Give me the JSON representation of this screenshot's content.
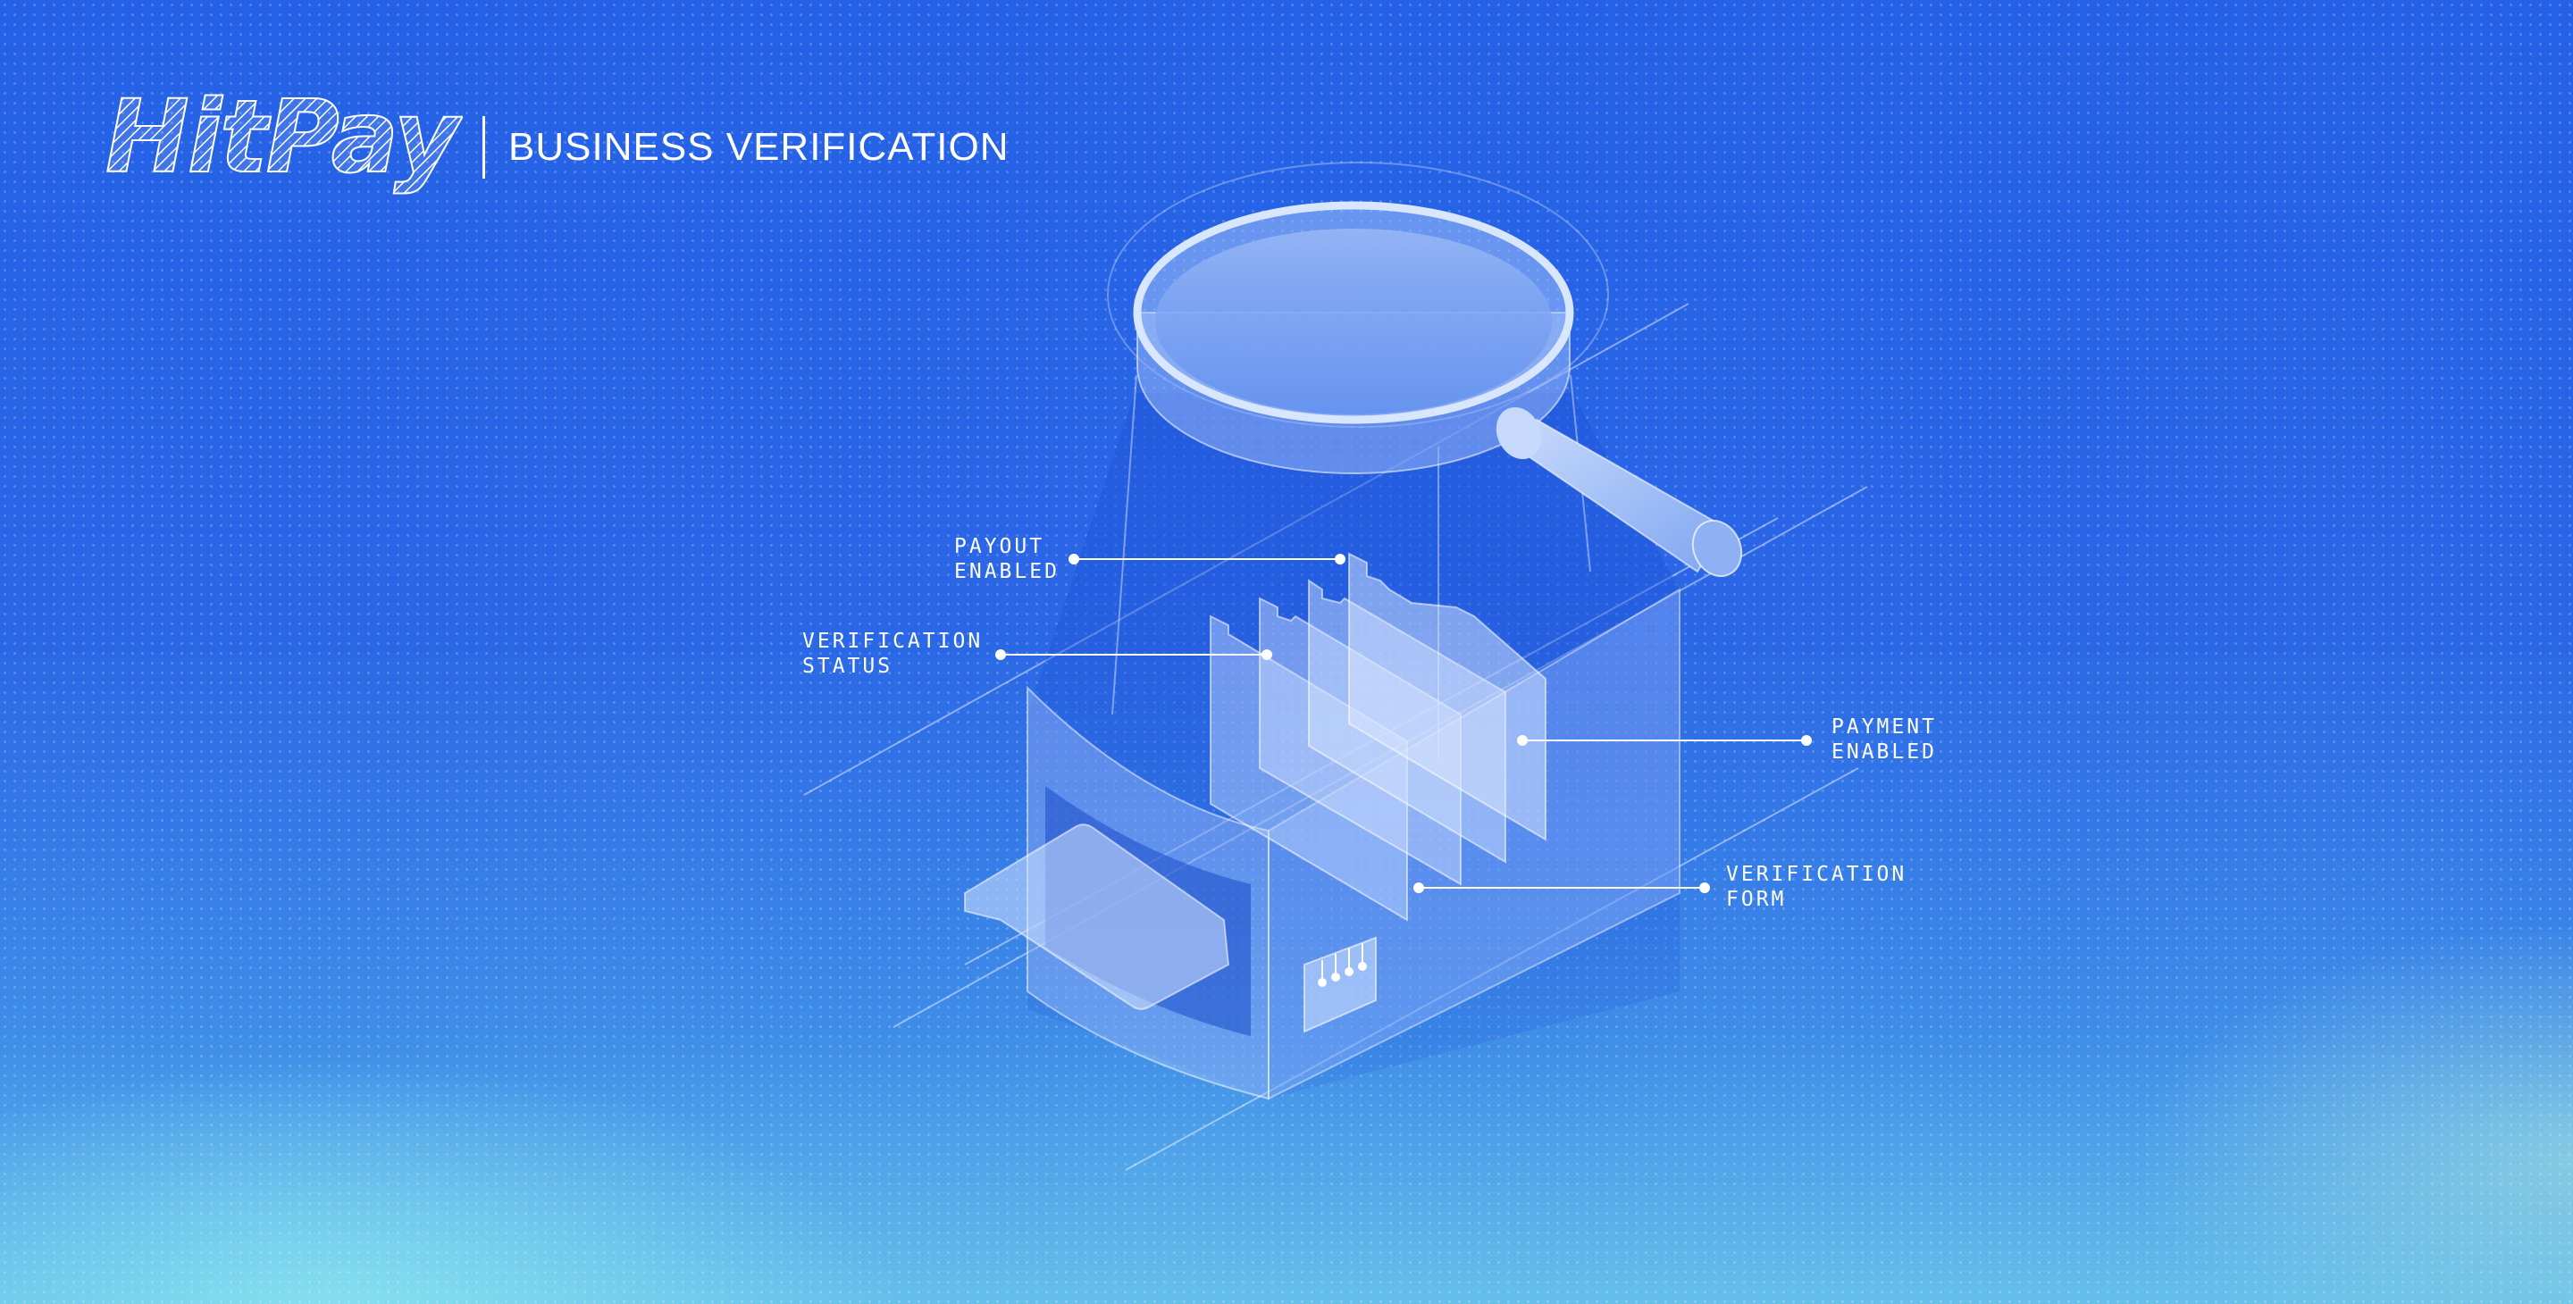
{
  "brand": {
    "logo_text": "HitPay",
    "title": "BUSINESS VERIFICATION"
  },
  "callouts": [
    {
      "id": "payout-enabled",
      "line1": "PAYOUT",
      "line2": "ENABLED"
    },
    {
      "id": "verification-status",
      "line1": "VERIFICATION",
      "line2": "STATUS"
    },
    {
      "id": "payment-enabled",
      "line1": "PAYMENT",
      "line2": "ENABLED"
    },
    {
      "id": "verification-form",
      "line1": "VERIFICATION",
      "line2": "FORM"
    }
  ],
  "colors": {
    "background": "#2a62e4",
    "glow_bottom": "#66c0ea",
    "ink": "#ffffff"
  },
  "icons": [
    "magnifying-glass-icon",
    "document-folder-icon",
    "payment-card-icon",
    "chip-icon"
  ]
}
